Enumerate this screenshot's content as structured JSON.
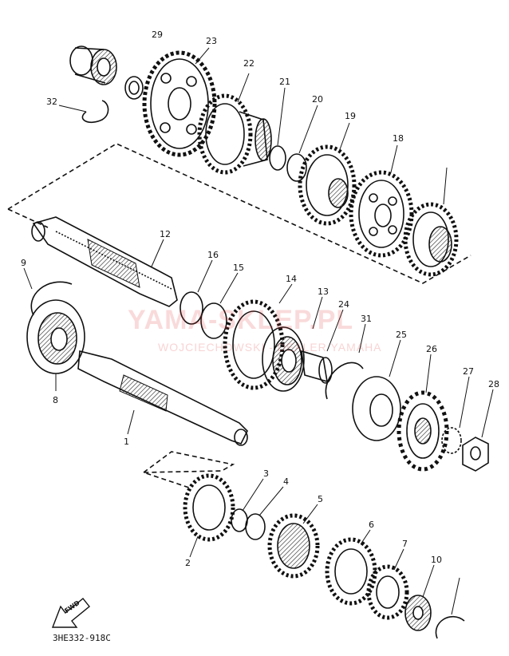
{
  "diagram": {
    "callouts": [
      {
        "text": "1"
      },
      {
        "text": "2"
      },
      {
        "text": "3"
      },
      {
        "text": "4"
      },
      {
        "text": "5"
      },
      {
        "text": "6"
      },
      {
        "text": "7"
      },
      {
        "text": "8"
      },
      {
        "text": "9"
      },
      {
        "text": "10"
      },
      {
        "text": "12"
      },
      {
        "text": "13"
      },
      {
        "text": "14"
      },
      {
        "text": "15"
      },
      {
        "text": "16"
      },
      {
        "text": "18"
      },
      {
        "text": "19"
      },
      {
        "text": "20"
      },
      {
        "text": "21"
      },
      {
        "text": "22"
      },
      {
        "text": "23"
      },
      {
        "text": "24"
      },
      {
        "text": "25"
      },
      {
        "text": "26"
      },
      {
        "text": "27"
      },
      {
        "text": "28"
      },
      {
        "text": "29"
      },
      {
        "text": "31"
      },
      {
        "text": "32"
      }
    ],
    "watermark_main": "YAMA-SKLEP.PL",
    "watermark_sub": "WOJCIECHOWSKI - DEALER YAMAHA",
    "direction_label": "FWD",
    "diagram_code": "3HE332-918C",
    "colors": {
      "ink": "#111111",
      "watermark": "#e03a3a"
    }
  }
}
